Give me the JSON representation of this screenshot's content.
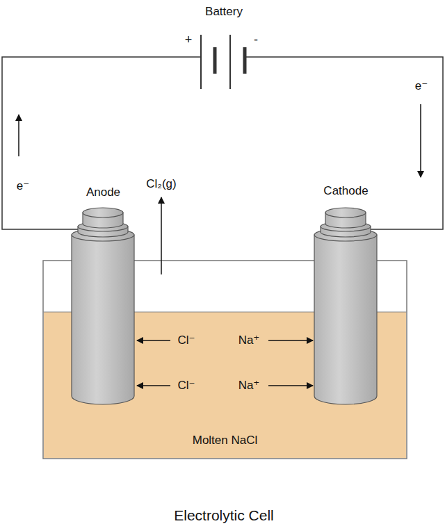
{
  "diagram": {
    "caption": "Electrolytic Cell",
    "nodes": [
      {
        "text": [
          "Anode"
        ]
      },
      {
        "text": [
          "Cathode"
        ]
      },
      {
        "text": [
          "Molten NaCl"
        ]
      }
    ],
    "labels": [
      "Battery",
      "+",
      "-",
      "e⁻",
      "e⁻",
      "Cl₂(g)",
      "Cl⁻",
      "Cl⁻",
      "Na⁺",
      "Na⁺"
    ]
  }
}
